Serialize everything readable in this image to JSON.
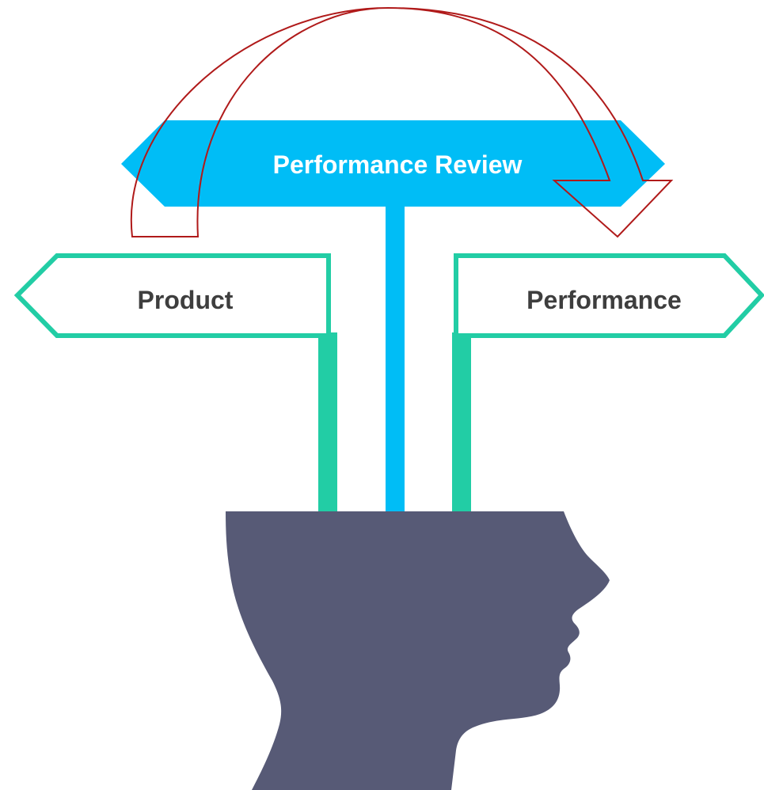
{
  "diagram": {
    "top_sign": {
      "label": "Performance Review"
    },
    "left_sign": {
      "label": "Product"
    },
    "right_sign": {
      "label": "Performance"
    }
  },
  "colors": {
    "top_sign": "#00bdf6",
    "top_post": "#00bdf6",
    "side_sign_border": "#22cda5",
    "side_sign_fill": "#ffffff",
    "side_post": "#22cda5",
    "head": "#575a76",
    "arrow": "#b01a1a",
    "top_text": "#ffffff",
    "side_text": "#3e3e3e"
  }
}
